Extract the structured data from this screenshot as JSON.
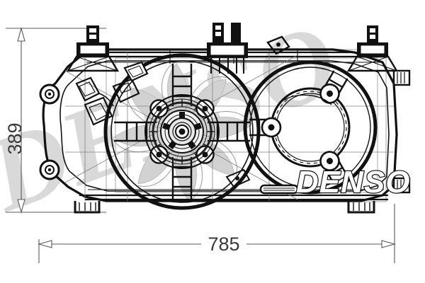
{
  "drawing": {
    "title": "DENSO radiator cooling fan assembly technical drawing",
    "part_brand": "DENSO",
    "background_color": "#ffffff",
    "line_color": "#111111",
    "dimension_color": "#3a3a3a",
    "watermark_color": "#d9d9d9",
    "shade_color": "#c9c9c9"
  },
  "dimensions": {
    "height": {
      "value": "389",
      "name": "overall-height",
      "orientation": "vertical",
      "unit_implied": "mm"
    },
    "width": {
      "value": "785",
      "name": "overall-width",
      "orientation": "horizontal",
      "unit_implied": "mm"
    }
  },
  "branding": {
    "wordmark": "DENSO",
    "watermark": "DENSO"
  },
  "components": {
    "left_fan": "fan-with-blades",
    "right_fan": "empty-shroud-ring",
    "shroud": "cooling-fan-shroud",
    "motor_hub": "electric-motor-hub",
    "top_mounts": 3,
    "bottom_feet": 2,
    "side_eyelets": 2
  }
}
